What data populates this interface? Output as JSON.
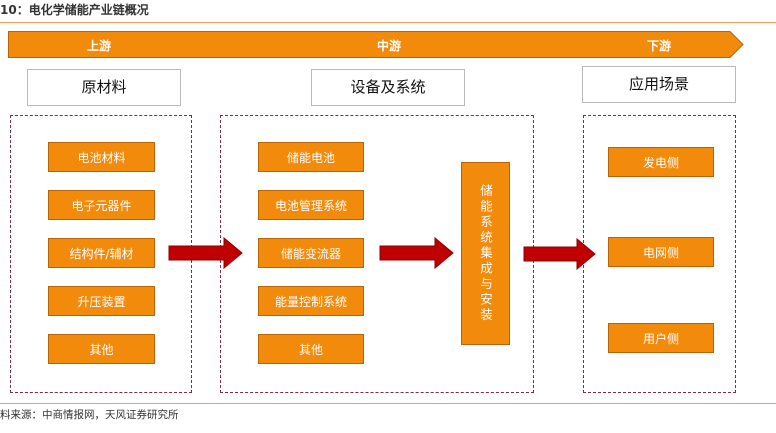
{
  "title": "10：电化学储能产业链概况",
  "stages": {
    "up": "上游",
    "mid": "中游",
    "down": "下游"
  },
  "headers": {
    "materials": "原材料",
    "equipment": "设备及系统",
    "scenarios": "应用场景"
  },
  "materials": [
    "电池材料",
    "电子元器件",
    "结构件/辅材",
    "升压装置",
    "其他"
  ],
  "equipment": [
    "储能电池",
    "电池管理系统",
    "储能变流器",
    "能量控制系统",
    "其他"
  ],
  "integration": "储能系统集成与安装",
  "scenarios": [
    "发电侧",
    "电网侧",
    "用户侧"
  ],
  "source": "料来源：中商情报网，天风证券研究所",
  "colors": {
    "box_fill": "#f28a0c",
    "arrow_red": "#c00000",
    "region_border": "#7a2e43"
  }
}
